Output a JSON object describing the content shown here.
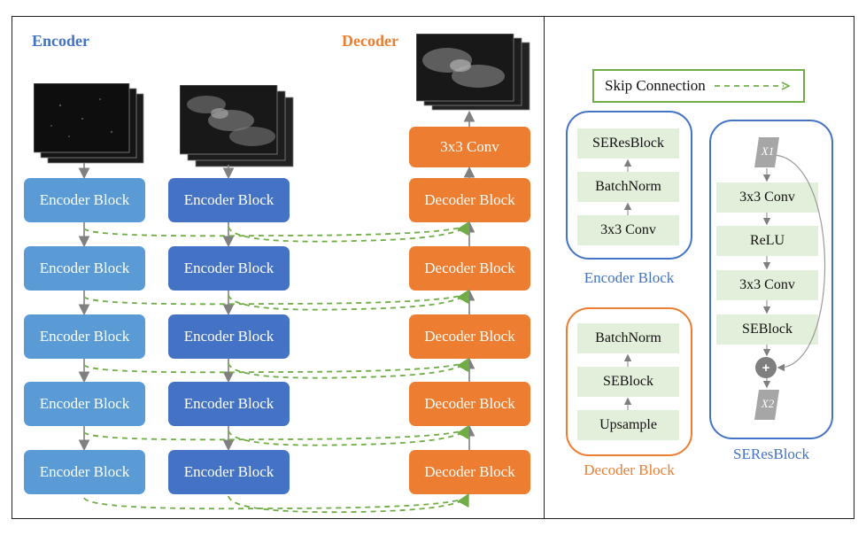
{
  "titles": {
    "encoder": "Encoder",
    "decoder": "Decoder"
  },
  "columns": {
    "encoder_a": [
      "Encoder Block",
      "Encoder Block",
      "Encoder Block",
      "Encoder Block",
      "Encoder Block"
    ],
    "encoder_b": [
      "Encoder Block",
      "Encoder Block",
      "Encoder Block",
      "Encoder Block",
      "Encoder Block"
    ],
    "decoder": [
      "Decoder Block",
      "Decoder Block",
      "Decoder Block",
      "Decoder Block",
      "Decoder Block"
    ],
    "output_conv": "3x3 Conv"
  },
  "legend": {
    "skip": "Skip Connection"
  },
  "encoder_block_detail": {
    "items": [
      "SEResBlock",
      "BatchNorm",
      "3x3 Conv"
    ],
    "caption": "Encoder Block"
  },
  "decoder_block_detail": {
    "items": [
      "BatchNorm",
      "SEBlock",
      "Upsample"
    ],
    "caption": "Decoder Block"
  },
  "seresblock_detail": {
    "input": "X1",
    "items": [
      "3x3 Conv",
      "ReLU",
      "3x3 Conv",
      "SEBlock"
    ],
    "add": "+",
    "output": "X2",
    "caption": "SEResBlock"
  },
  "colors": {
    "encoder_light": "#5b9bd5",
    "encoder_dark": "#4472c4",
    "decoder": "#ed7d31",
    "skip": "#70ad47",
    "panel_blue": "#4472c4",
    "panel_orange": "#ed7d31",
    "green_box": "#e2efda"
  }
}
